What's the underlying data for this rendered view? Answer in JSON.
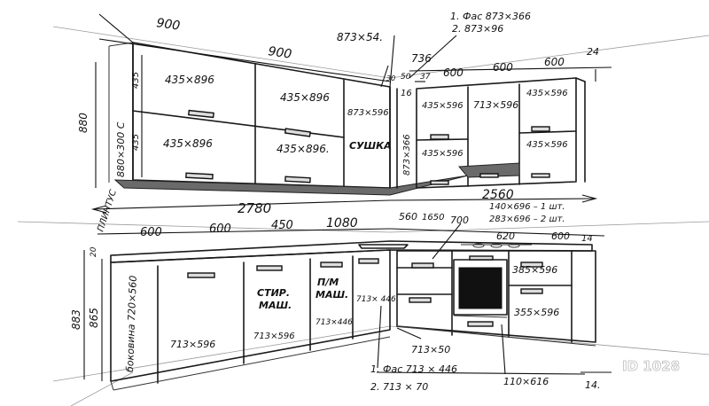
{
  "dimensions": {
    "top_width_900_left": "900",
    "top_width_900_right": "900",
    "top_873x54": "873×54.",
    "fac_line1": "1. Фас 873×366",
    "fac_line2": "2. 873×96",
    "w736": "736",
    "w30": "30",
    "w50": "50",
    "w37": "37",
    "w600a": "600",
    "w600b": "600",
    "w600c": "600",
    "w24": "24",
    "w16": "16",
    "h880": "880",
    "h880x300": "880×300 С",
    "h435a": "435",
    "h435b": "435",
    "f435x896_1": "435×896",
    "f435x896_2": "435×896",
    "f435x896_3": "435×896",
    "f435x896_4": "435×896.",
    "f873x596": "873×596",
    "sushka": "СУШКА",
    "f873x366v": "873×366",
    "f435x596_1": "435×596",
    "f435x596_2": "435×596",
    "f713x596_top": "713×596",
    "f435x596_3": "435×596",
    "f435x596_4": "435×596",
    "len2780": "2780",
    "len2560": "2560",
    "len1080": "1080",
    "plinth": "ПЛИНТУС",
    "b600a": "600",
    "b600b": "600",
    "b450": "450",
    "b560": "560",
    "b1650": "1650",
    "b700": "700",
    "note_140": "140×696 – 1 шт.",
    "note_283": "283×696 – 2 шт.",
    "b620": "620",
    "b600c": "600",
    "b14a": "14",
    "h20": "20",
    "h883": "883",
    "h865": "865",
    "bokovina": "боковина 720×560",
    "f713x596_bot": "713×596",
    "stir1": "СТИР.",
    "stir2": "МАШ.",
    "f713x596_stir": "713×596",
    "pm1": "П/М",
    "pm2": "МАШ.",
    "f713x446_pm": "713×446",
    "f713x446_v": "713× 446",
    "f385x596": "385×596",
    "f355x596": "355×596",
    "f713x50": "713×50",
    "bfac1": "1. Фас 713 × 446",
    "bfac2": "2.        713 × 70",
    "f110x616": "110×616",
    "b14b": "14.",
    "watermark": "ID 1028"
  }
}
